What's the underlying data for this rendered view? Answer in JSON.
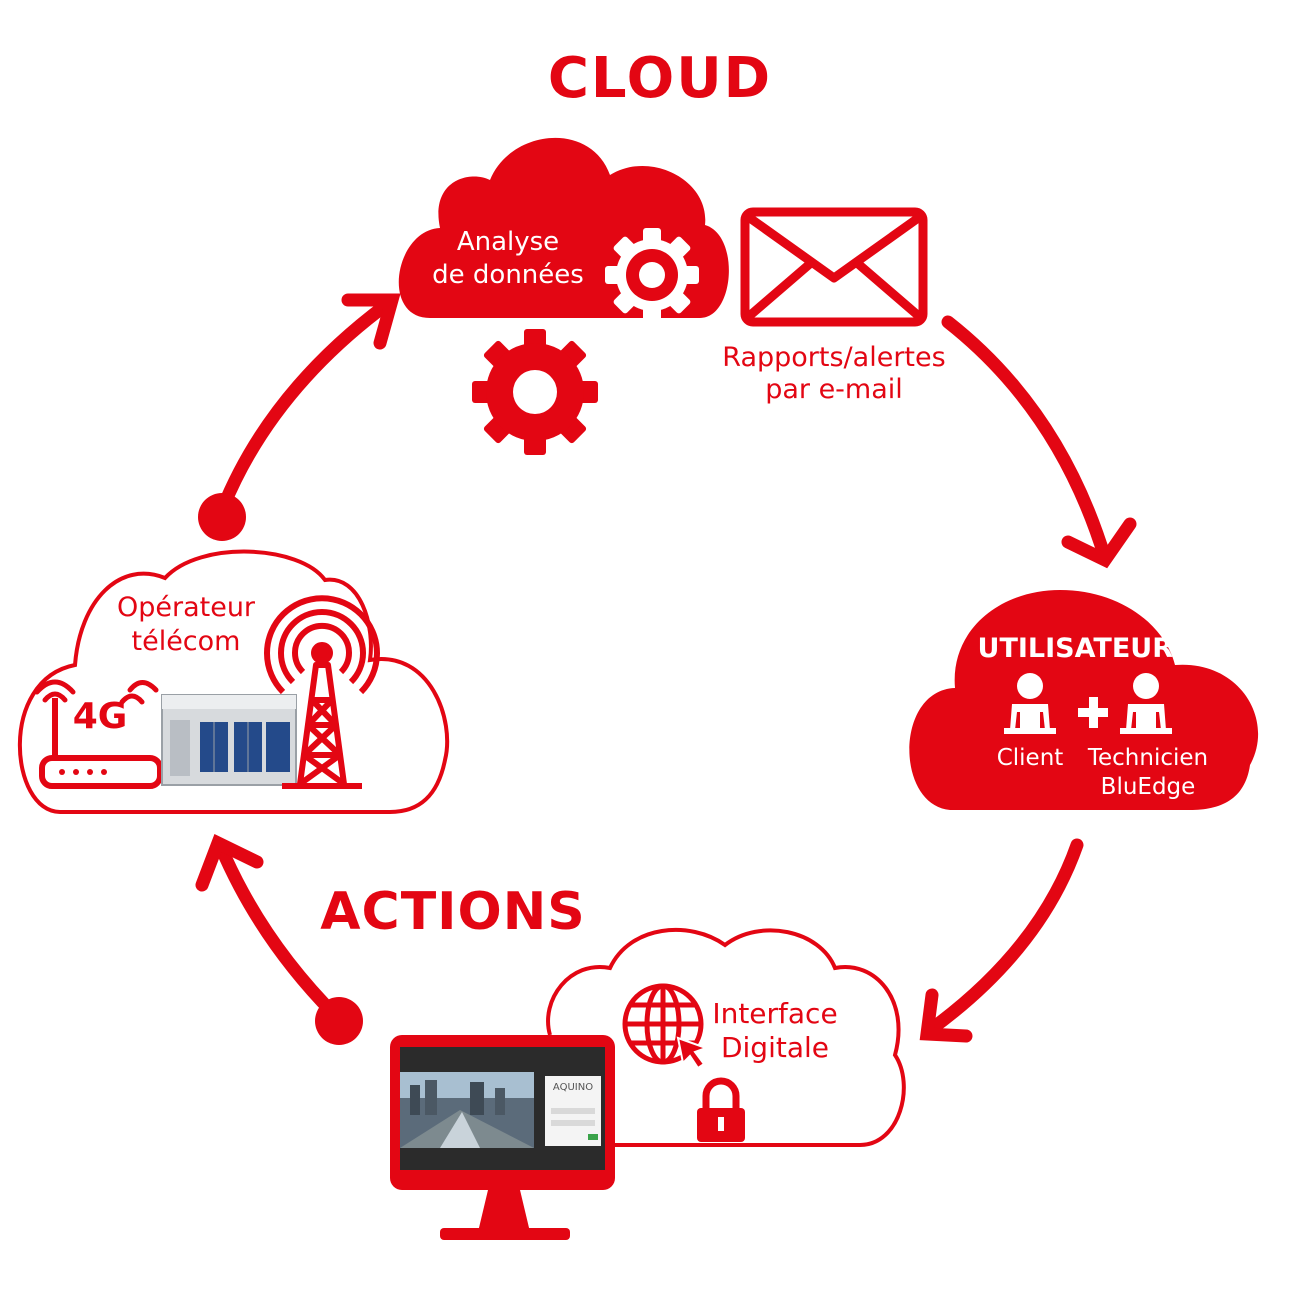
{
  "colors": {
    "accent": "#e30613",
    "white": "#ffffff",
    "screen": "#2b2b2b"
  },
  "headings": {
    "cloud": "CLOUD",
    "actions": "ACTIONS"
  },
  "analysis": {
    "line1": "Analyse",
    "line2": "de données"
  },
  "reports": {
    "line1": "Rapports/alertes",
    "line2": "par e-mail"
  },
  "users": {
    "title": "UTILISATEURS",
    "client": "Client",
    "tech_line1": "Technicien",
    "tech_line2": "BluEdge"
  },
  "operator": {
    "line1": "Opérateur",
    "line2": "télécom",
    "network": "4G"
  },
  "interface": {
    "line1": "Interface",
    "line2": "Digitale"
  },
  "screen": {
    "brand": "AQUINO"
  },
  "icons": [
    "gear-icon",
    "envelope-icon",
    "person-icon",
    "plus-icon",
    "router-icon",
    "antenna-tower-icon",
    "globe-icon",
    "cursor-icon",
    "padlock-icon",
    "monitor-icon",
    "chiller-unit-icon",
    "wifi-icon"
  ]
}
